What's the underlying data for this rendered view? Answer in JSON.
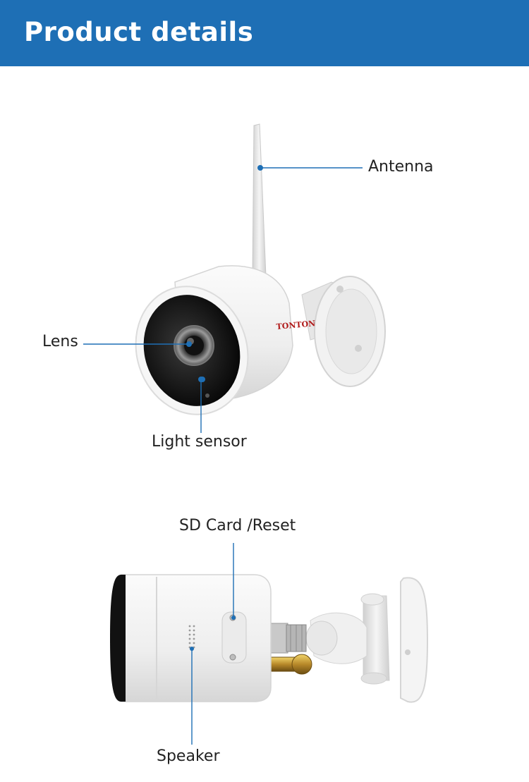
{
  "header": {
    "title": "Product details"
  },
  "callouts": {
    "antenna": "Antenna",
    "lens": "Lens",
    "light_sensor": "Light sensor",
    "sd_card_reset": "SD Card /Reset",
    "speaker": "Speaker"
  },
  "brand_logo": "TONTON",
  "colors": {
    "header_bg": "#1e6fb5",
    "callout_line": "#1e6fb5"
  }
}
